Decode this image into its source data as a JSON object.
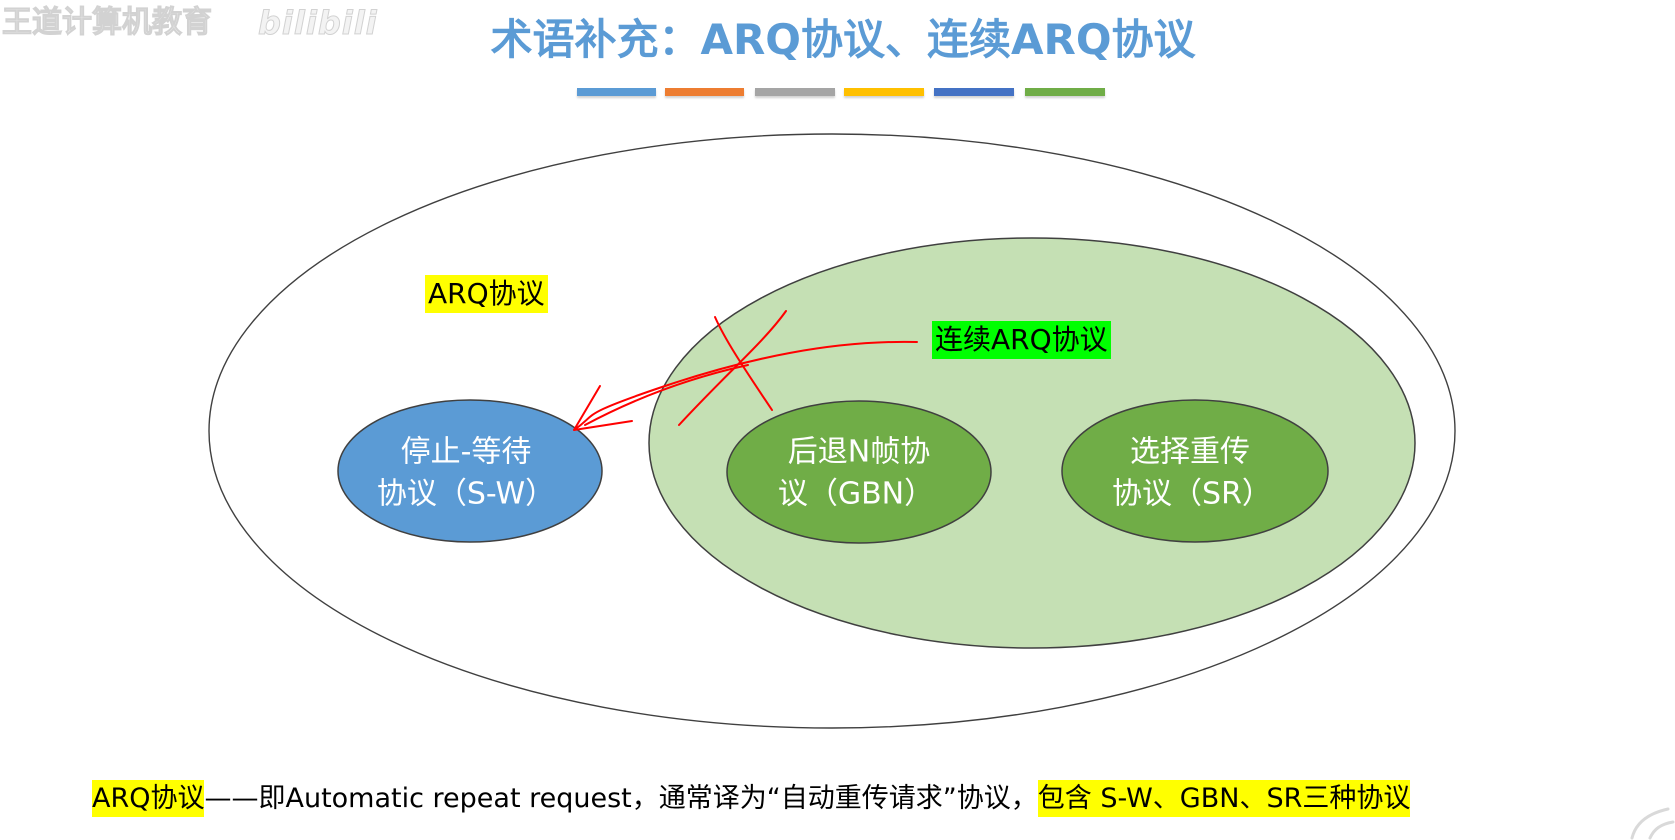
{
  "watermark": {
    "text": "王道计算机教育",
    "logo_text": "bilibili"
  },
  "title": "术语补充：ARQ协议、连续ARQ协议",
  "color_bar": [
    "#5B9BD5",
    "#ED7D31",
    "#A5A5A5",
    "#FFC000",
    "#4472C4",
    "#70AD47"
  ],
  "colors": {
    "title": "#5B9BD5",
    "outline": "#404040",
    "outer_fill": "#FFFFFF",
    "continuous_fill": "#C5E0B4",
    "sw_fill": "#5B9BD5",
    "gbn_fill": "#70AD47",
    "sr_fill": "#70AD47",
    "node_text": "#FFFFFF",
    "highlight_yellow": "#FFFF00",
    "highlight_green": "#00FF00",
    "annotation_red": "#FF0000",
    "corner_mark": "#D9D9D9"
  },
  "diagram": {
    "outer_label": "ARQ协议",
    "inner_label": "连续ARQ协议",
    "nodes": [
      {
        "line1": "停止-等待",
        "line2": "协议（S-W）"
      },
      {
        "line1": "后退N帧协",
        "line2": "议（GBN）"
      },
      {
        "line1": "选择重传",
        "line2": "协议（SR）"
      }
    ],
    "annotations": {
      "arrow_icon": "red-arrow-icon",
      "cross_icon": "red-cross-icon"
    }
  },
  "footer": {
    "term": "ARQ协议",
    "explanation": "——即Automatic repeat request，通常译为“自动重传请求”协议，",
    "summary": "包含 S-W、GBN、SR三种协议"
  }
}
